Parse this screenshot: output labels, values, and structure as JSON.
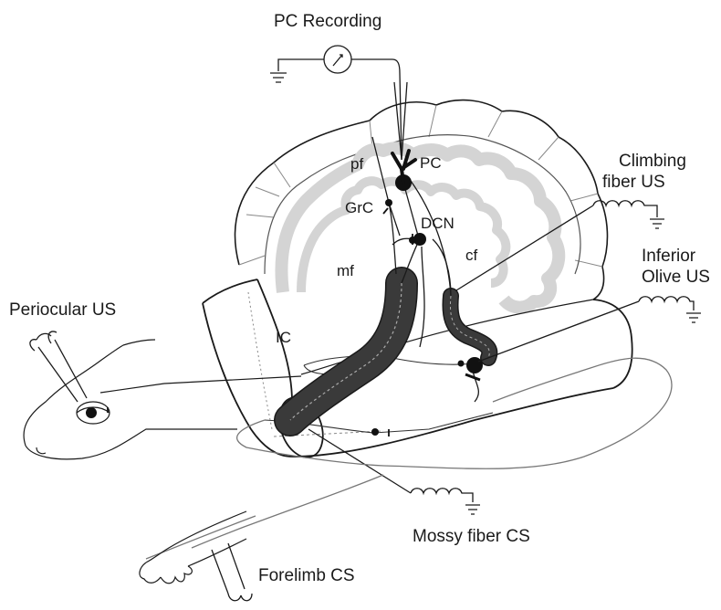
{
  "labels": {
    "pc_recording": "PC Recording",
    "climbing_fiber_us_line1": "Climbing",
    "climbing_fiber_us_line2": "fiber US",
    "inferior_olive_us_line1": "Inferior",
    "inferior_olive_us_line2": "Olive US",
    "periocular_us": "Periocular US",
    "mossy_fiber_cs": "Mossy fiber CS",
    "forelimb_cs": "Forelimb CS",
    "pf": "pf",
    "pc": "PC",
    "grc": "GrC",
    "dcn": "DCN",
    "cf": "cf",
    "mf": "mf",
    "ic": "IC"
  },
  "colors": {
    "line": "#1a1a1a",
    "fiber_fill": "#3a3a3a",
    "folia_gray": "#d4d4d4",
    "pathway_gray": "#777777"
  }
}
